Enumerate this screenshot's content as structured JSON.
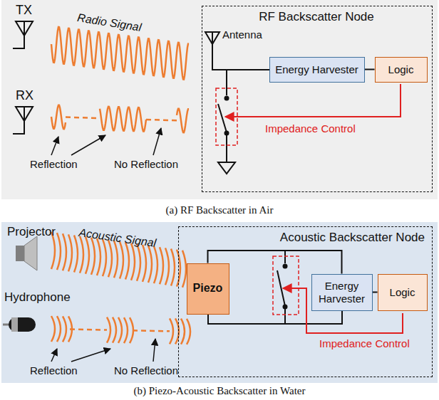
{
  "diagram": {
    "nodes": [
      {
        "text": [
          "RF Backscatter Node"
        ]
      },
      {
        "text": [
          "Energy Harvester"
        ],
        "in": 0
      },
      {
        "text": [
          "Logic"
        ],
        "in": 0
      },
      {
        "text": [
          "Acoustic Backscatter Node"
        ]
      },
      {
        "text": [
          "Piezo"
        ],
        "in": 3
      },
      {
        "text": [
          "Energy Harvester"
        ],
        "in": 3
      },
      {
        "text": [
          "Logic"
        ],
        "in": 3
      }
    ],
    "edges": [
      {
        "from": 1,
        "to": 2,
        "arrow": "none"
      },
      {
        "from": 4,
        "to": 5,
        "arrow": "none"
      },
      {
        "from": 5,
        "to": 6,
        "arrow": "none"
      }
    ],
    "labels": [
      "TX",
      "Radio Signal",
      "RX",
      "Reflection",
      "No Reflection",
      "Antenna",
      "Impedance Control",
      "(a) RF Backscatter in Air",
      "Projector",
      "Acoustic Signal",
      "Hydrophone",
      "Reflection",
      "No Reflection",
      "Impedance Control",
      "(b) Piezo-Acoustic Backscatter in Water"
    ]
  }
}
